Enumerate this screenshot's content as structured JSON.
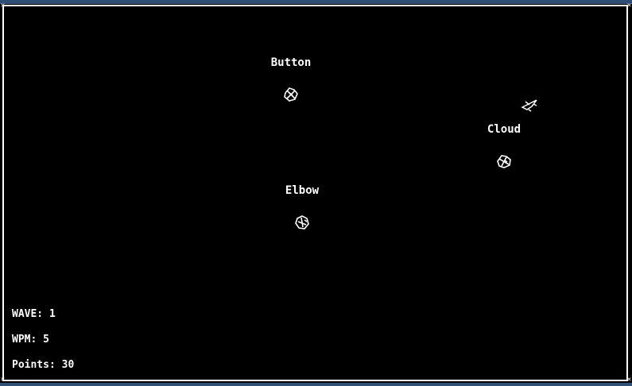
{
  "enemies": [
    {
      "word": "Button",
      "sprite": "asteroid-icon"
    },
    {
      "word": "Cloud",
      "sprite": "asteroid-icon"
    },
    {
      "word": "Elbow",
      "sprite": "asteroid-icon"
    }
  ],
  "player": {
    "sprite": "spaceship-icon"
  },
  "hud": {
    "wave": "WAVE: 1",
    "wpm": "WPM: 5",
    "points": "Points: 30"
  },
  "colors": {
    "background": "#000000",
    "foreground": "#ffffff",
    "chrome": "#2f4f76"
  }
}
